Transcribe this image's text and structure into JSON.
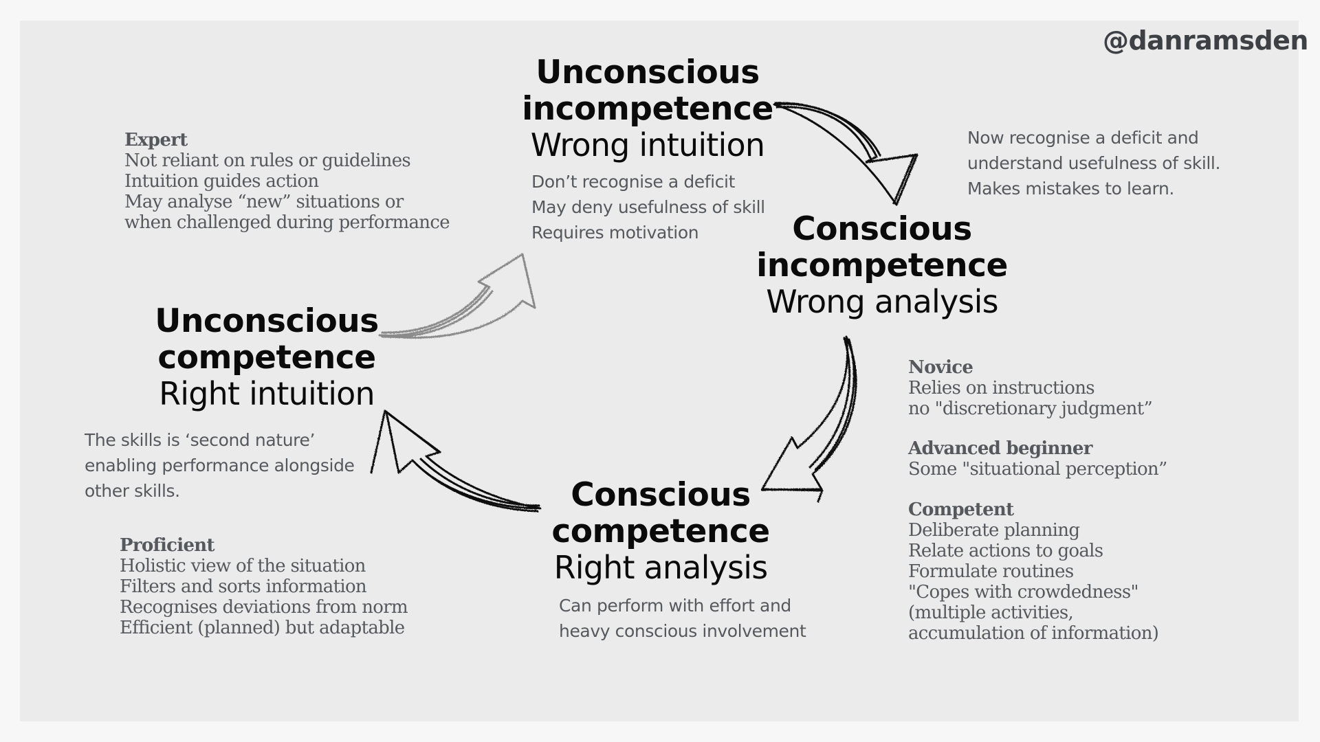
{
  "handle": "@danramsden",
  "stages": {
    "unconscious_incompetence": {
      "title_line1": "Unconscious",
      "title_line2": "incompetence",
      "subtitle": "Wrong intuition",
      "description": [
        "Don’t recognise a deficit",
        "May deny usefulness of skill",
        "Requires motivation"
      ]
    },
    "conscious_incompetence": {
      "title_line1": "Conscious",
      "title_line2": "incompetence",
      "subtitle": "Wrong analysis",
      "description": [
        "Now recognise a deficit and",
        "understand usefulness of skill.",
        "Makes mistakes to learn."
      ]
    },
    "conscious_competence": {
      "title_line1": "Conscious",
      "title_line2": "competence",
      "subtitle": "Right analysis",
      "description": [
        "Can perform with effort and",
        "heavy conscious involvement"
      ]
    },
    "unconscious_competence": {
      "title_line1": "Unconscious",
      "title_line2": "competence",
      "subtitle": "Right intuition",
      "description": [
        "The skills is ‘second nature’",
        "enabling performance alongside",
        "other skills."
      ]
    }
  },
  "levels": {
    "expert": {
      "heading": "Expert",
      "lines": [
        "Not reliant on rules or guidelines",
        "Intuition guides action",
        "May analyse “new” situations or",
        "when challenged during performance"
      ]
    },
    "novice": {
      "heading": "Novice",
      "lines": [
        "Relies on instructions",
        "no \"discretionary judgment”"
      ]
    },
    "advanced_beginner": {
      "heading": "Advanced beginner",
      "lines": [
        "Some \"situational perception”"
      ]
    },
    "competent": {
      "heading": "Competent",
      "lines": [
        "Deliberate planning",
        "Relate actions to goals",
        "Formulate routines",
        "\"Copes with crowdedness\"",
        "(multiple activities,",
        "accumulation of information)"
      ]
    },
    "proficient": {
      "heading": "Proficient",
      "lines": [
        "Holistic view of the situation",
        "Filters and sorts information",
        "Recognises deviations from norm",
        "Efficient (planned) but adaptable"
      ]
    }
  },
  "colors": {
    "background": "#ebebeb",
    "title_text": "#0a0a0a",
    "body_text": "#55585d",
    "arrow_dark": "#111111",
    "arrow_light": "#8a8a8a"
  },
  "icons": [
    "curved-arrow-right-down-icon",
    "curved-arrow-down-left-icon",
    "curved-arrow-left-up-icon",
    "curved-arrow-up-right-icon"
  ]
}
